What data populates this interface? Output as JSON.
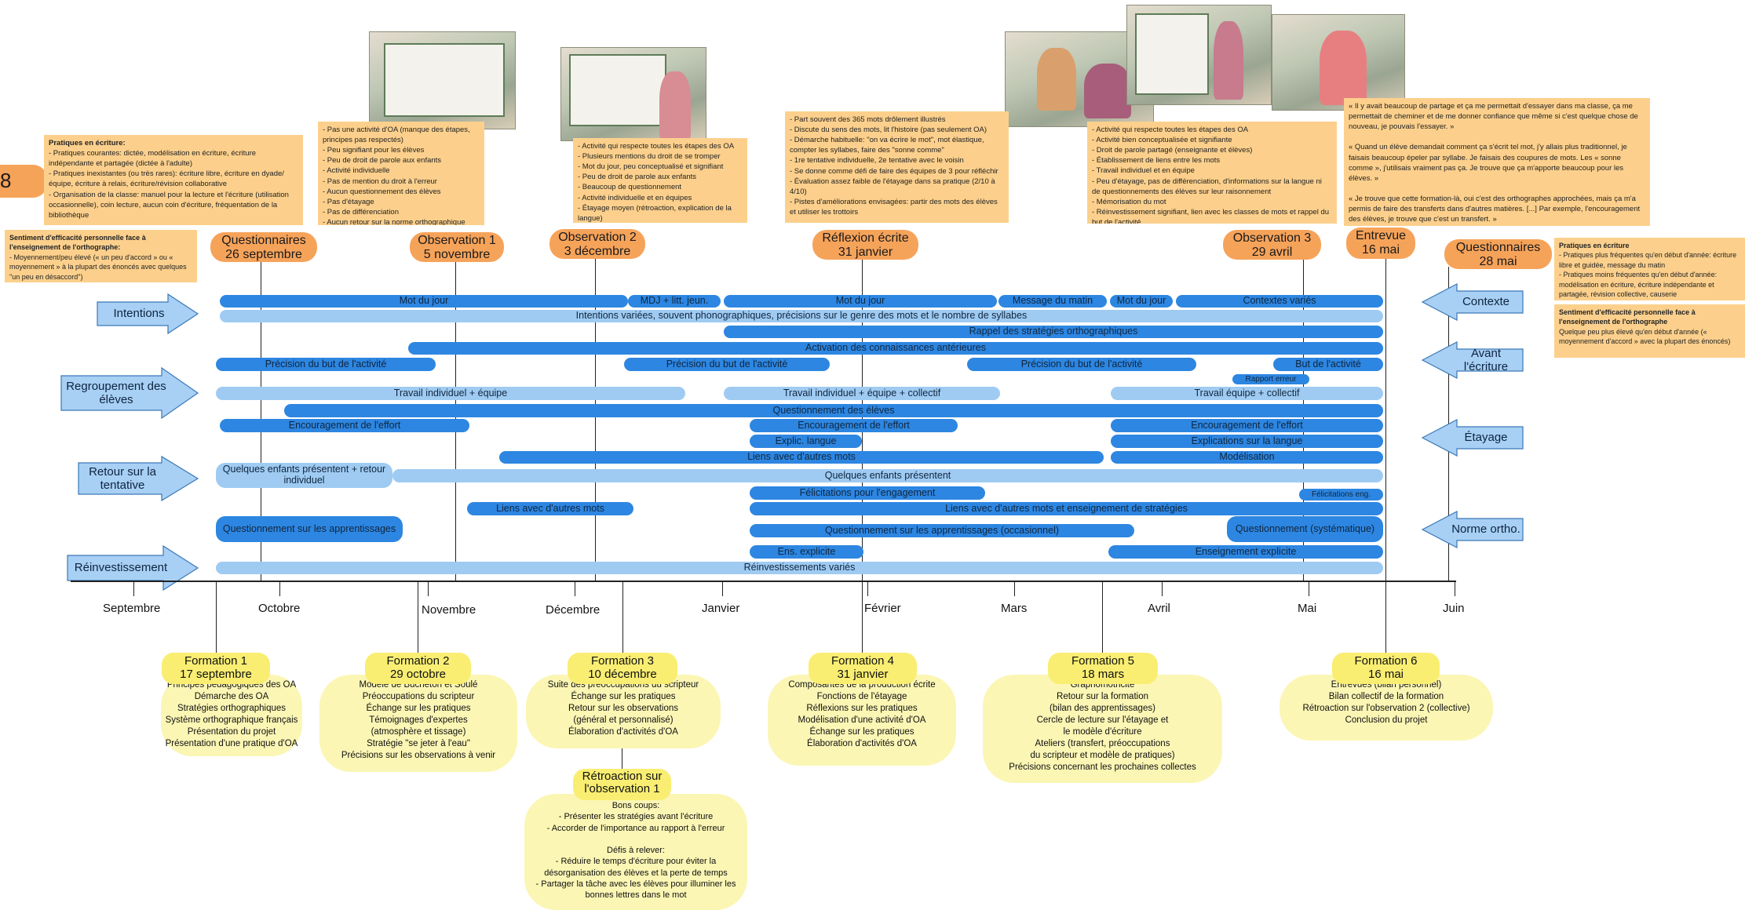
{
  "left_partial_pill": "8",
  "top_left_note": {
    "heading": "Pratiques en écriture:",
    "body": "- Pratiques courantes: dictée, modélisation en écriture, écriture indépendante et partagée (dictée à l'adulte)\n- Pratiques inexistantes (ou très rares): écriture libre, écriture en dyade/équipe, écriture à relais, écriture/révision collaborative\n- Organisation de la classe: manuel pour la lecture et l'écriture (utilisation occasionnelle), coin lecture, aucun coin d'écriture, fréquentation de la bibliothèque"
  },
  "sentiment_left_note": {
    "heading": "Sentiment d'efficacité personnelle face à l'enseignement de l'orthographe:",
    "body": "- Moyennement/peu élevé (« un peu d'accord » ou « moyennement » à la plupart des énoncés avec quelques \"un peu en désaccord\")"
  },
  "note_observation1": "- Pas une activité d'OA (manque des étapes, principes pas respectés)\n- Peu signifiant pour les élèves\n- Peu de droit de parole aux enfants\n- Activité individuelle\n- Pas de mention du droit à l'erreur\n- Aucun questionnement des élèves\n- Pas d'étayage\n- Pas de différenciation\n- Aucun retour sur la norme orthographique",
  "note_observation2": "- Activité qui respecte toutes les étapes des OA\n- Plusieurs mentions du droit de se tromper\n- Mot du jour, peu conceptualisé et signifiant\n- Peu de droit de parole aux enfants\n- Beaucoup de questionnement\n- Activité individuelle et en équipes\n- Étayage moyen (rétroaction, explication de la langue)",
  "note_reflexion": "- Part souvent des 365 mots drôlement illustrés\n- Discute du sens des mots, lit l'histoire (pas seulement OA)\n- Démarche habituelle: \"on va écrire le mot\", mot élastique, compter les syllabes, faire des \"sonne comme\"\n- 1re tentative individuelle, 2e tentative avec le voisin\n- Se donne comme défi de faire des équipes de 3 pour réfléchir\n- Évaluation assez faible de l'étayage dans sa pratique (2/10 à 4/10)\n- Pistes d'améliorations envisagées: partir des mots des élèves et utiliser les trottoirs",
  "note_observation3": "- Activité qui respecte toutes les étapes des OA\n- Activité bien conceptualisée et signifiante\n- Droit de parole partagé (enseignante et élèves)\n- Établissement de liens entre les mots\n- Travail individuel et en équipe\n- Peu d'étayage, pas de différenciation, d'informations sur la langue ni de questionnements des élèves sur leur raisonnement\n- Mémorisation du mot\n- Réinvestissement signifiant, lien avec les classes de mots et rappel du but de l'activité",
  "note_entrevue": "« Il y avait beaucoup de partage et ça me permettait d'essayer dans ma classe, ça me permettait de cheminer et de me donner confiance que même si c'est quelque chose de nouveau, je pouvais l'essayer. »\n\n« Quand un élève demandait comment ça s'écrit tel mot, j'y allais plus traditionnel, je faisais beaucoup épeler par syllabe. Je faisais des coupures de mots. Les « sonne comme », j'utilisais vraiment pas ça. Je trouve que ça m'apporte beaucoup pour les élèves. »\n\n« Je trouve que cette formation-là, oui c'est des orthographes approchées, mais ça m'a permis de faire des transferts dans d'autres matières. [...] Par exemple, l'encouragement des élèves, je trouve que c'est un transfert. »",
  "right_note": {
    "heading1": "Pratiques en écriture",
    "body1": "- Pratiques plus fréquentes qu'en début d'année: écriture libre et guidée, message du matin\n- Pratiques moins fréquentes qu'en début d'année: modélisation en écriture, écriture indépendante et partagée, révision collective, causerie",
    "heading2": "Sentiment d'efficacité personnelle face à l'enseignement de l'orthographe",
    "body2": "Quelque peu plus élevé qu'en début d'année (« moyennement d'accord » avec la plupart des énoncés)"
  },
  "events": [
    {
      "title": "Questionnaires",
      "date": "26 septembre"
    },
    {
      "title": "Observation 1",
      "date": "5 novembre"
    },
    {
      "title": "Observation 2",
      "date": "3 décembre"
    },
    {
      "title": "Réflexion écrite",
      "date": "31 janvier"
    },
    {
      "title": "Observation 3",
      "date": "29 avril"
    },
    {
      "title": "Entrevue",
      "date": "16 mai"
    },
    {
      "title": "Questionnaires",
      "date": "28 mai"
    }
  ],
  "left_categories": [
    "Intentions",
    "Regroupement des élèves",
    "Retour sur la tentative",
    "Réinvestissement"
  ],
  "right_categories": [
    "Contexte",
    "Avant l'écriture",
    "Étayage",
    "Norme ortho."
  ],
  "bars": [
    "Mot du jour",
    "MDJ + litt. jeun.",
    "Mot du jour",
    "Message du matin",
    "Mot du jour",
    "Contextes variés",
    "Intentions variées, souvent phonographiques, précisions sur le genre des mots et le nombre de syllabes",
    "Rappel des stratégies orthographiques",
    "Activation des connaissances antérieures",
    "Précision du but de l'activité",
    "Précision du but de l'activité",
    "Précision du but de l'activité",
    "But de l'activité",
    "Rapport erreur",
    "Travail individuel + équipe",
    "Travail individuel + équipe + collectif",
    "Travail équipe + collectif",
    "Questionnement des élèves",
    "Encouragement de l'effort",
    "Encouragement de l'effort",
    "Encouragement de l'effort",
    "Explic.  langue",
    "Explications sur la langue",
    "Liens avec d'autres mots",
    "Modélisation",
    "Quelques enfants présentent + retour individuel",
    "Quelques enfants présentent",
    "Félicitations pour l'engagement",
    "Félicitations eng.",
    "Liens avec d'autres mots",
    "Liens avec d'autres mots et enseignement de stratégies",
    "Questionnement sur les apprentissages",
    "Questionnement sur les apprentissages (occasionnel)",
    "Questionnement (systématique)",
    "Ens.  explicite",
    "Enseignement explicite",
    "Réinvestissements variés"
  ],
  "months": [
    "Septembre",
    "Octobre",
    "Novembre",
    "Décembre",
    "Janvier",
    "Février",
    "Mars",
    "Avril",
    "Mai",
    "Juin"
  ],
  "formations": [
    {
      "title": "Formation 1",
      "date": "17 septembre",
      "body": "Principes pédagogiques des OA\nDémarche des OA\nStratégies orthographiques\nSystème orthographique français\nPrésentation du projet\nPrésentation d'une pratique d'OA"
    },
    {
      "title": "Formation 2",
      "date": "29 octobre",
      "body": "Modèle de Bucheton et Soulé\nPréoccupations du scripteur\nÉchange sur les pratiques\nTémoignages d'expertes\n(atmosphère et tissage)\nStratégie \"se jeter à l'eau\"\nPrécisions sur les observations à venir"
    },
    {
      "title": "Formation 3",
      "date": "10 décembre",
      "body": "Suite des préoccupations du scripteur\nÉchange sur les pratiques\nRetour sur les observations\n(général et personnalisé)\nÉlaboration d'activités d'OA"
    },
    {
      "title": "Formation 4",
      "date": "31 janvier",
      "body": "Composantes de la production écrite\nFonctions de l'étayage\nRéflexions sur les pratiques\nModélisation d'une activité d'OA\nÉchange sur les pratiques\nÉlaboration d'activités d'OA"
    },
    {
      "title": "Formation 5",
      "date": "18 mars",
      "body": "Graphomotricité\nRetour sur la formation\n(bilan des apprentissages)\nCercle de lecture sur l'étayage et\nle modèle d'écriture\nAteliers (transfert, préoccupations\ndu scripteur et modèle de pratiques)\nPrécisions concernant les prochaines collectes"
    },
    {
      "title": "Formation 6",
      "date": "16 mai",
      "body": "Entrevues (bilan personnel)\nBilan collectif de la formation\nRétroaction sur l'observation 2 (collective)\nConclusion du projet"
    }
  ],
  "retroaction": {
    "title": "Rétroaction sur l'observation 1",
    "body": "Bons coups:\n- Présenter les stratégies avant l'écriture\n- Accorder de l'importance au rapport à l'erreur\n\nDéfis à relever:\n- Réduire le temps d'écriture pour éviter la désorganisation des élèves et la perte de temps\n- Partager la tâche avec les élèves pour illuminer les bonnes lettres dans le mot"
  },
  "colors": {
    "orange_note": "#fcd08c",
    "orange_pill": "#f6a35a",
    "bar_dark": "#2d86e1",
    "bar_light": "#9fcbf2",
    "arrow": "#a8d0f4",
    "formation_title": "#f9ee72",
    "formation_body": "#fbf6b4"
  }
}
